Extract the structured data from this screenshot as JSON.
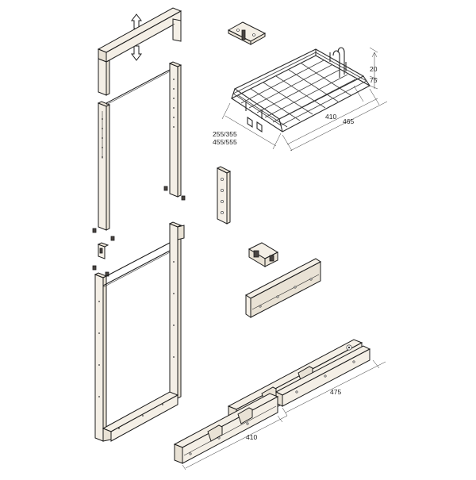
{
  "diagram": {
    "dimensions": {
      "basket_height": "20",
      "basket_rail_height": "75",
      "basket_inner_length": "410",
      "basket_outer_length": "465",
      "basket_widths_a": "255/355",
      "basket_widths_b": "455/555",
      "slide_outer_length": "475",
      "slide_inner_length": "410"
    }
  }
}
